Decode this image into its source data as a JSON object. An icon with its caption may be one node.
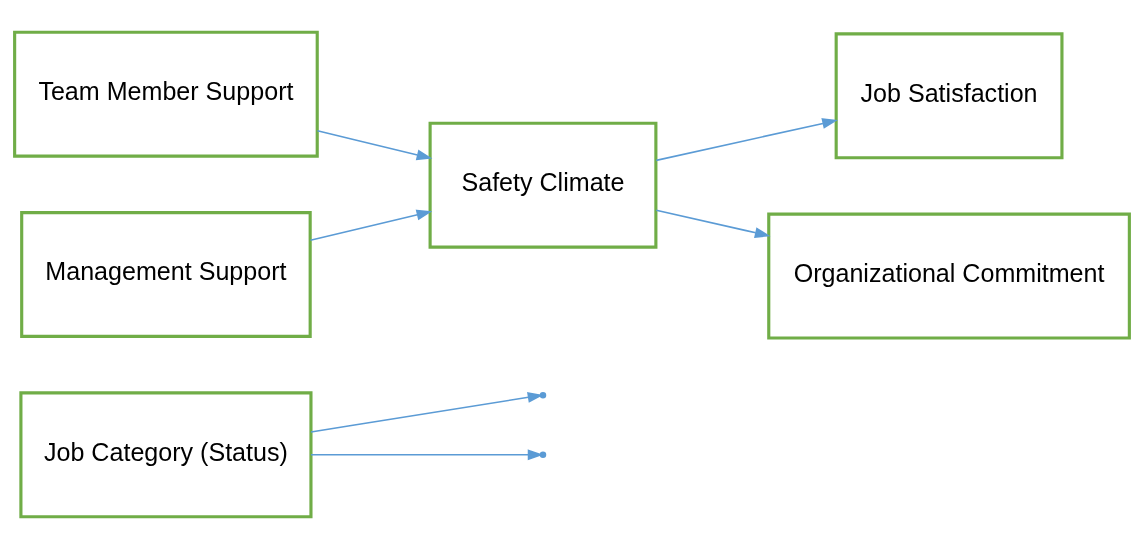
{
  "diagram": {
    "nodes": [
      {
        "text": [
          "Job Category (Status)"
        ]
      },
      {
        "text": [
          "Team Member Support"
        ]
      },
      {
        "text": [
          "Management Support"
        ]
      },
      {
        "text": [
          "Safety Climate"
        ]
      },
      {
        "text": [
          "Job Satisfaction"
        ]
      },
      {
        "text": [
          "Organizational Commitment"
        ]
      }
    ],
    "edges": [
      {
        "from": 1,
        "to": 3,
        "arrow": "to"
      },
      {
        "from": 2,
        "to": 3,
        "arrow": "to"
      },
      {
        "from": 3,
        "to": 4,
        "arrow": "to"
      },
      {
        "from": 3,
        "to": 5,
        "arrow": "to"
      },
      {
        "from": 0,
        "to": null,
        "arrow": "to"
      },
      {
        "from": 0,
        "to": null,
        "arrow": "to"
      }
    ]
  }
}
